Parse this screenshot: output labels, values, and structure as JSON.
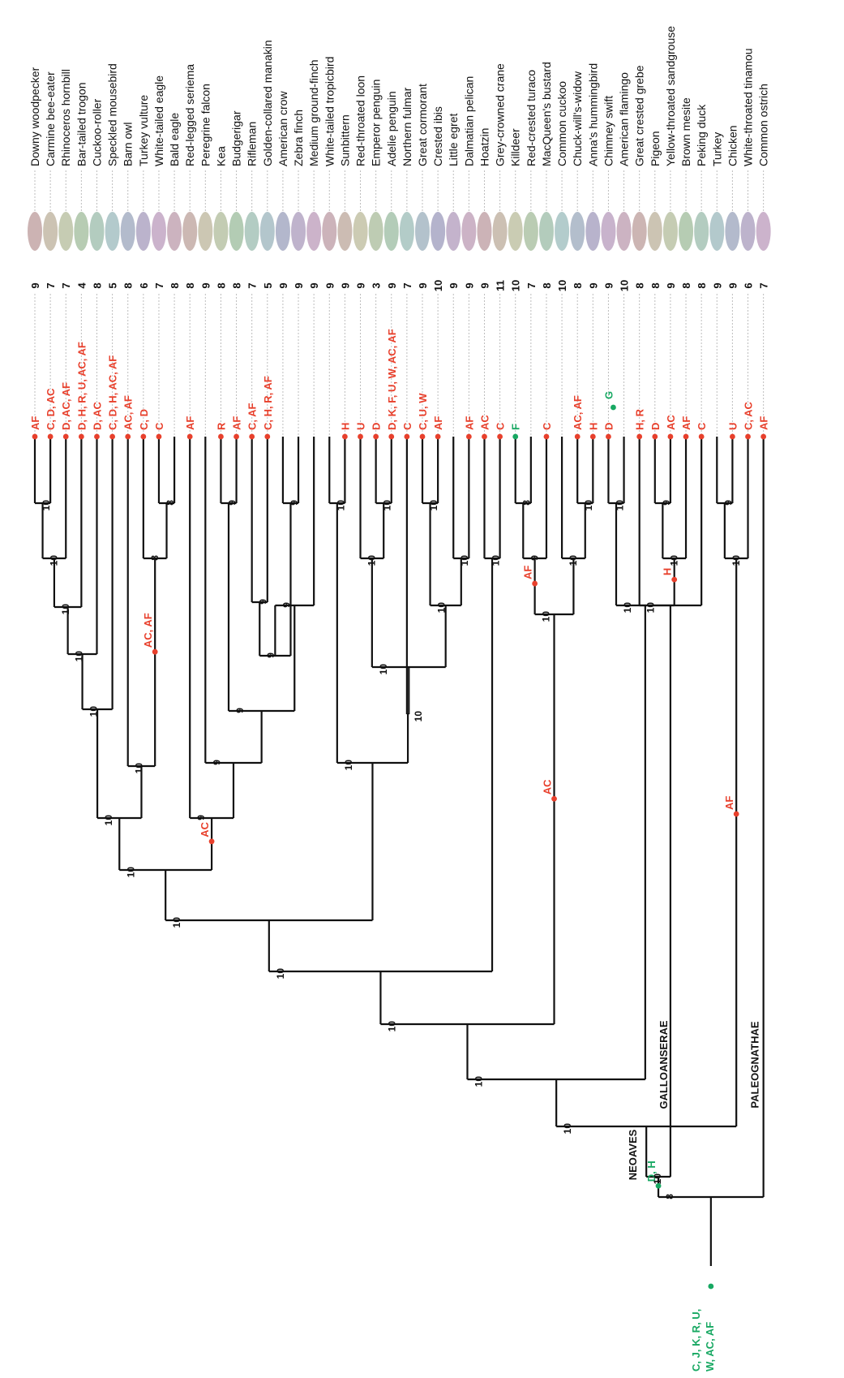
{
  "colors": {
    "red": "#e8402c",
    "green": "#17a862",
    "line": "#111111"
  },
  "species": [
    {
      "name": "Downy woodpecker",
      "score": "9"
    },
    {
      "name": "Carmine bee-eater",
      "score": "7"
    },
    {
      "name": "Rhinoceros hornbill",
      "score": "7"
    },
    {
      "name": "Bar-tailed trogon",
      "score": "4"
    },
    {
      "name": "Cuckoo-roller",
      "score": "8"
    },
    {
      "name": "Speckled mousebird",
      "score": "5"
    },
    {
      "name": "Barn owl",
      "score": "8"
    },
    {
      "name": "Turkey vulture",
      "score": "6"
    },
    {
      "name": "White-tailed eagle",
      "score": "7"
    },
    {
      "name": "Bald eagle",
      "score": "8"
    },
    {
      "name": "Red-legged seriema",
      "score": "8"
    },
    {
      "name": "Peregrine falcon",
      "score": "9"
    },
    {
      "name": "Kea",
      "score": "8"
    },
    {
      "name": "Budgerigar",
      "score": "8"
    },
    {
      "name": "Rifleman",
      "score": "7"
    },
    {
      "name": "Golden-collared manakin",
      "score": "5"
    },
    {
      "name": "American crow",
      "score": "9"
    },
    {
      "name": "Zebra finch",
      "score": "9"
    },
    {
      "name": "Medium ground-finch",
      "score": "9"
    },
    {
      "name": "White-tailed tropicbird",
      "score": "9"
    },
    {
      "name": "Sunbittern",
      "score": "9"
    },
    {
      "name": "Red-throated loon",
      "score": "9"
    },
    {
      "name": "Emperor penguin",
      "score": "3"
    },
    {
      "name": "Adelie penguin",
      "score": "9"
    },
    {
      "name": "Northern fulmar",
      "score": "7"
    },
    {
      "name": "Great cormorant",
      "score": "9"
    },
    {
      "name": "Crested ibis",
      "score": "10"
    },
    {
      "name": "Little egret",
      "score": "9"
    },
    {
      "name": "Dalmatian pelican",
      "score": "9"
    },
    {
      "name": "Hoatzin",
      "score": "9"
    },
    {
      "name": "Grey-crowned crane",
      "score": "11"
    },
    {
      "name": "Killdeer",
      "score": "10"
    },
    {
      "name": "Red-crested turaco",
      "score": "7"
    },
    {
      "name": "MacQueen's bustard",
      "score": "8"
    },
    {
      "name": "Common cuckoo",
      "score": "10"
    },
    {
      "name": "Chuck-will's-widow",
      "score": "8"
    },
    {
      "name": "Anna's hummingbird",
      "score": "9"
    },
    {
      "name": "Chimney swift",
      "score": "9"
    },
    {
      "name": "American flamingo",
      "score": "10"
    },
    {
      "name": "Great crested grebe",
      "score": "8"
    },
    {
      "name": "Pigeon",
      "score": "8"
    },
    {
      "name": "Yellow-throated sandgrouse",
      "score": "9"
    },
    {
      "name": "Brown mesite",
      "score": "8"
    },
    {
      "name": "Peking duck",
      "score": "8"
    },
    {
      "name": "Turkey",
      "score": "9"
    },
    {
      "name": "Chicken",
      "score": "9"
    },
    {
      "name": "White-throated tinamou",
      "score": "6"
    },
    {
      "name": "Common ostrich",
      "score": "7"
    }
  ],
  "tip_marks": [
    {
      "text": "AF",
      "color": "red"
    },
    {
      "text": "C, D, AC",
      "color": "red"
    },
    {
      "text": "D, AC, AF",
      "color": "red"
    },
    {
      "text": "D, H, R, U, AC, AF",
      "color": "red"
    },
    {
      "text": "D, AC",
      "color": "red"
    },
    {
      "text": "C, D, H, AC, AF",
      "color": "red"
    },
    {
      "text": "AC, AF",
      "color": "red"
    },
    {
      "text": "C, D",
      "color": "red"
    },
    {
      "text": "C",
      "color": "red"
    },
    {
      "text": "",
      "color": "red"
    },
    {
      "text": "AF",
      "color": "red"
    },
    {
      "text": "",
      "color": "red"
    },
    {
      "text": "R",
      "color": "red"
    },
    {
      "text": "AF",
      "color": "red"
    },
    {
      "text": "C, AF",
      "color": "red"
    },
    {
      "text": "C, H, R, AF",
      "color": "red"
    },
    {
      "text": "",
      "color": "red"
    },
    {
      "text": "",
      "color": "red"
    },
    {
      "text": "",
      "color": "red"
    },
    {
      "text": "",
      "color": "red"
    },
    {
      "text": "H",
      "color": "red"
    },
    {
      "text": "U",
      "color": "red"
    },
    {
      "text": "D",
      "color": "red"
    },
    {
      "text": "D, K, F, U, W, AC, AF",
      "color": "red"
    },
    {
      "text": "C",
      "color": "red"
    },
    {
      "text": "C, U, W",
      "color": "red"
    },
    {
      "text": "AF",
      "color": "red"
    },
    {
      "text": "",
      "color": "red"
    },
    {
      "text": "AF",
      "color": "red"
    },
    {
      "text": "AC",
      "color": "red"
    },
    {
      "text": "C",
      "color": "red"
    },
    {
      "text": "F",
      "color": "green"
    },
    {
      "text": "",
      "color": "red"
    },
    {
      "text": "C",
      "color": "red"
    },
    {
      "text": "",
      "color": "red"
    },
    {
      "text": "AC, AF",
      "color": "red"
    },
    {
      "text": "H",
      "color": "red"
    },
    {
      "text": "D",
      "color": "red",
      "extra": "G"
    },
    {
      "text": "",
      "color": "red"
    },
    {
      "text": "H, R",
      "color": "red"
    },
    {
      "text": "D",
      "color": "red"
    },
    {
      "text": "AC",
      "color": "red"
    },
    {
      "text": "AF",
      "color": "red"
    },
    {
      "text": "C",
      "color": "red"
    },
    {
      "text": "",
      "color": "red"
    },
    {
      "text": "U",
      "color": "red"
    },
    {
      "text": "C, AC",
      "color": "red"
    },
    {
      "text": "AF",
      "color": "red"
    }
  ],
  "nodes": [
    {
      "id": "n1",
      "children": [
        0,
        1
      ],
      "support": "10"
    },
    {
      "id": "n2",
      "children": [
        "n1",
        2
      ],
      "support": "10"
    },
    {
      "id": "n3",
      "children": [
        "n2",
        3
      ],
      "support": "10"
    },
    {
      "id": "n4",
      "children": [
        "n3",
        4
      ],
      "support": "10"
    },
    {
      "id": "n5",
      "children": [
        "n4",
        5
      ],
      "support": "10"
    },
    {
      "id": "n6",
      "children": [
        8,
        9
      ],
      "support": "8"
    },
    {
      "id": "n7",
      "children": [
        7,
        "n6"
      ],
      "support": "8",
      "mark": "AC, AF"
    },
    {
      "id": "n8",
      "children": [
        6,
        "n7"
      ],
      "support": "10"
    },
    {
      "id": "n9",
      "children": [
        "n5",
        "n8"
      ],
      "support": "10"
    },
    {
      "id": "n10",
      "children": [
        12,
        13
      ],
      "support": "9"
    },
    {
      "id": "n11",
      "children": [
        14,
        15
      ],
      "support": "9"
    },
    {
      "id": "n12",
      "children": [
        16,
        17
      ],
      "support": "9"
    },
    {
      "id": "n13",
      "children": [
        "n11",
        "n12"
      ],
      "support": "9"
    },
    {
      "id": "n14",
      "children": [
        "n13",
        18
      ],
      "support": "9"
    },
    {
      "id": "n15",
      "children": [
        "n10",
        "n14"
      ],
      "support": "9"
    },
    {
      "id": "n16",
      "children": [
        11,
        "n15"
      ],
      "support": "9"
    },
    {
      "id": "n17",
      "children": [
        10,
        "n16"
      ],
      "support": "9",
      "mark": "AC"
    },
    {
      "id": "n18",
      "children": [
        "n9",
        "n17"
      ],
      "support": "10"
    },
    {
      "id": "n19",
      "children": [
        19,
        20
      ],
      "support": "10"
    },
    {
      "id": "n20",
      "children": [
        22,
        23
      ],
      "support": "10"
    },
    {
      "id": "n21",
      "children": [
        21,
        "n20"
      ],
      "support": "10"
    },
    {
      "id": "n22",
      "children": [
        25,
        26
      ],
      "support": "10"
    },
    {
      "id": "n23",
      "children": [
        27,
        28
      ],
      "support": "10"
    },
    {
      "id": "n24",
      "children": [
        "n22",
        "n23"
      ],
      "support": "10"
    },
    {
      "id": "n25",
      "children": [
        "n21",
        "n24"
      ],
      "support": "10"
    },
    {
      "id": "n26",
      "children": [
        24,
        "n25"
      ],
      "support": "10"
    },
    {
      "id": "n27",
      "children": [
        "n19",
        "n26"
      ],
      "support": "10"
    },
    {
      "id": "n28",
      "children": [
        "n18",
        "n27"
      ],
      "support": "10"
    },
    {
      "id": "n29",
      "children": [
        29,
        30
      ],
      "support": "10"
    },
    {
      "id": "n30",
      "children": [
        "n28",
        "n29"
      ],
      "support": "10"
    },
    {
      "id": "n31",
      "children": [
        31,
        32
      ],
      "support": "8"
    },
    {
      "id": "n32",
      "children": [
        "n31",
        33
      ],
      "support": "9",
      "mark": "AF"
    },
    {
      "id": "n33",
      "children": [
        35,
        36
      ],
      "support": "10"
    },
    {
      "id": "n34",
      "children": [
        34,
        "n33"
      ],
      "support": "10"
    },
    {
      "id": "n35",
      "children": [
        "n32",
        "n34"
      ],
      "support": "10",
      "mark": "AC"
    },
    {
      "id": "n36",
      "children": [
        "n30",
        "n35"
      ],
      "support": "10"
    },
    {
      "id": "n37",
      "children": [
        37,
        38
      ],
      "support": "10"
    },
    {
      "id": "n38",
      "children": [
        40,
        41
      ],
      "support": "9"
    },
    {
      "id": "n39",
      "children": [
        "n38",
        42
      ],
      "support": "10",
      "mark": "H"
    },
    {
      "id": "n40",
      "children": [
        "n37",
        "n39"
      ],
      "support": "10"
    },
    {
      "id": "n41",
      "children": [
        "n36",
        "n40"
      ],
      "support": "10"
    },
    {
      "id": "n42",
      "children": [
        39,
        43
      ],
      "support": "10"
    },
    {
      "id": "n43",
      "children": [
        44,
        45
      ],
      "support": "9"
    },
    {
      "id": "n44",
      "children": [
        "n43",
        46
      ],
      "support": "10",
      "mark": "AF"
    },
    {
      "id": "n45",
      "children": [
        "n41",
        "n44"
      ],
      "support": "10"
    },
    {
      "id": "n46",
      "children": [
        "n45",
        "n42"
      ],
      "support": "10",
      "mark": "D, H",
      "mark_color": "green"
    },
    {
      "id": "n47",
      "children": [
        "n46",
        47
      ],
      "support": "8"
    }
  ],
  "clade_labels": {
    "neoaves": "NEOAVES",
    "galloanserae": "GALLOANSERAE",
    "paleognathae": "PALEOGNATHAE"
  },
  "root_mark": {
    "line1": "C, J, K, R, U,",
    "line2": "W, AC, AF"
  }
}
